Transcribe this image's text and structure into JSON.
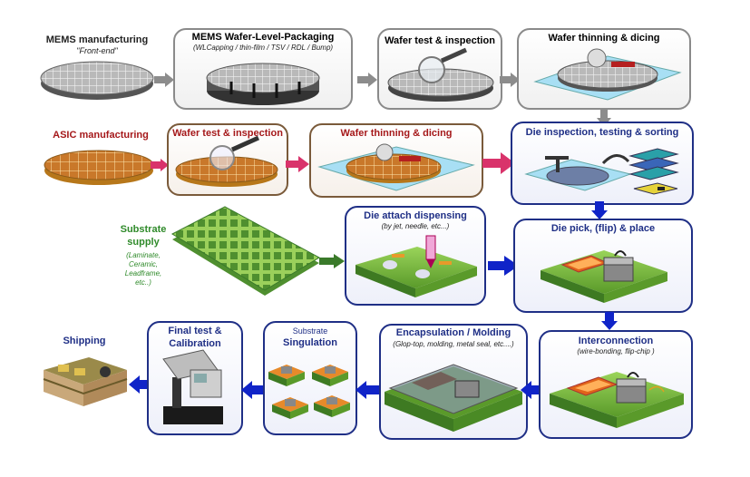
{
  "colors": {
    "grey_arrow": "#8c8c8c",
    "pink_arrow": "#d9336b",
    "blue_arrow": "#1024c8",
    "green_arrow": "#3a7a2a",
    "asic_red": "#a5181a",
    "substrate_green": "#2f8a2a",
    "blue_border": "#1f2f86"
  },
  "mems": {
    "label": "MEMS manufacturing",
    "sub": "\"Front-end\""
  },
  "wlp": {
    "title": "MEMS Wafer-Level-Packaging",
    "sub": "(WLCapping / thin-film / TSV / RDL / Bump)"
  },
  "mems_test": {
    "title": "Wafer test & inspection"
  },
  "mems_thin": {
    "title": "Wafer thinning & dicing"
  },
  "asic": {
    "label": "ASIC manufacturing"
  },
  "asic_test": {
    "title": "Wafer test & inspection"
  },
  "asic_thin": {
    "title": "Wafer thinning & dicing"
  },
  "die_insp": {
    "title": "Die inspection, testing & sorting"
  },
  "substrate": {
    "title_1": "Substrate",
    "title_2": "supply",
    "items": [
      "(Laminate,",
      "Ceramic,",
      "Leadframe,",
      "etc..)"
    ]
  },
  "die_attach": {
    "title": "Die attach dispensing",
    "sub": "(by jet, needle, etc...)"
  },
  "die_pick": {
    "title": "Die pick, (flip) & place"
  },
  "interconnect": {
    "title": "Interconnection",
    "sub": "(wire-bonding, flip-chip )"
  },
  "encap": {
    "title": "Encapsulation / Molding",
    "sub": "(Glop-top, molding, metal seal, etc....)"
  },
  "singulation": {
    "title_1": "Substrate",
    "title_2": "Singulation"
  },
  "final_test": {
    "title_1": "Final test &",
    "title_2": "Calibration"
  },
  "shipping": {
    "title": "Shipping"
  }
}
